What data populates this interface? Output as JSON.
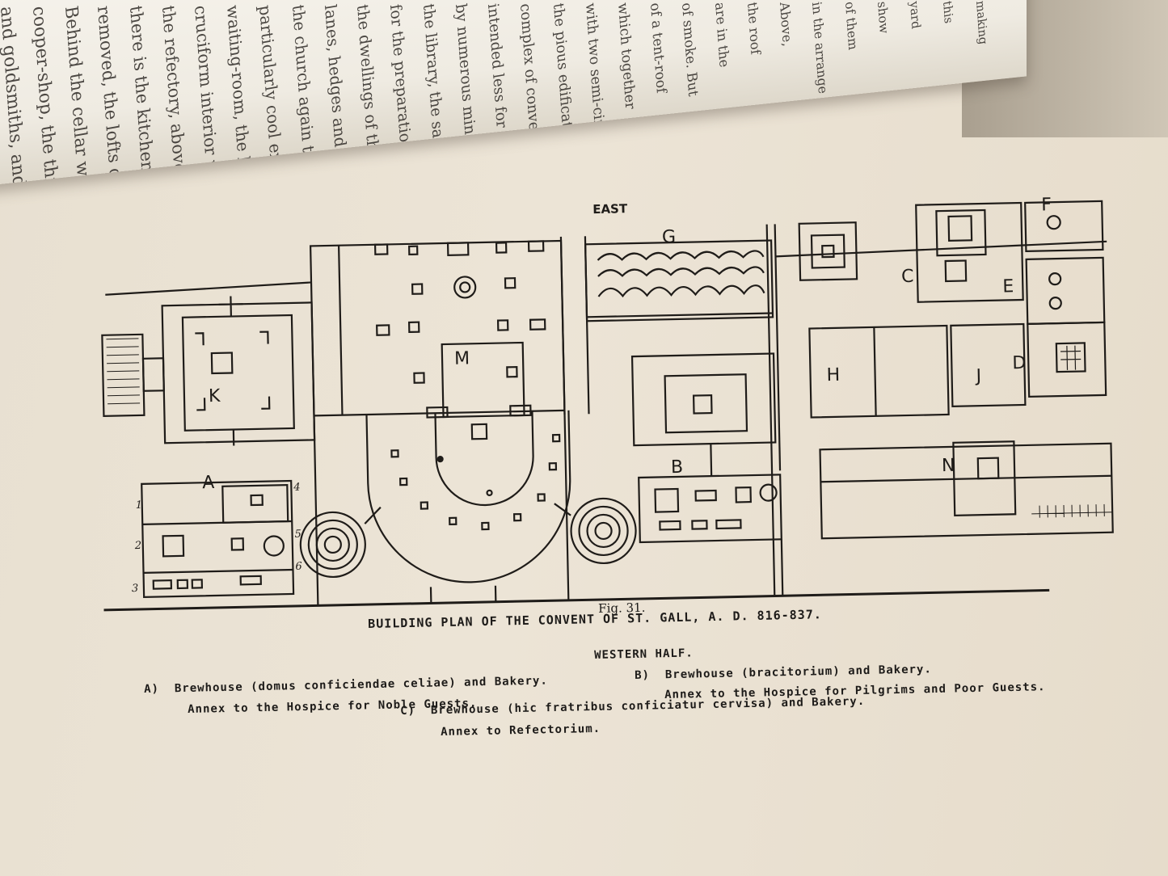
{
  "top_page_lines": [
    "and goldsmiths, and even the",
    "cooper-shop, the threshing",
    "Behind the cellar was the",
    "removed, the lofts of the craftsmen",
    "there is the kitchen and the wash-",
    "the refectory, above that the dormitory",
    "cruciform interior wall",
    "waiting-room, the living-room",
    "particularly cool exposure",
    "the church again these are",
    "lanes, hedges and walls",
    "the dwellings of the principal",
    "for the preparation of the host",
    "the library, the sacristy",
    "by numerous minor buildings",
    "intended less for the devotion",
    "complex of convent",
    "the pious edification of",
    "with two semi-circular",
    "which together",
    "of a tent-roof",
    "of smoke. But",
    "are in the",
    "the roof",
    "Above,",
    "in the arrange",
    "of them",
    "show",
    "yard",
    "this",
    "making"
  ],
  "plan": {
    "orientation_label": "EAST",
    "letters": [
      "A",
      "B",
      "C",
      "D",
      "E",
      "F",
      "G",
      "H",
      "J",
      "K",
      "M",
      "N"
    ],
    "numbers": [
      "1",
      "2",
      "3",
      "4",
      "5",
      "6"
    ]
  },
  "figure_number": "Fig. 31.",
  "title": "BUILDING PLAN OF THE CONVENT OF ST. GALL, A. D. 816-837.",
  "subtitle": "WESTERN HALF.",
  "legend": {
    "a_key": "A)",
    "a_line1": "Brewhouse (domus conficiendae celiae) and Bakery.",
    "a_line2": "Annex to the Hospice for Noble Guests.",
    "b_key": "B)",
    "b_line1": "Brewhouse (bracitorium) and Bakery.",
    "b_line2": "Annex to the Hospice for Pilgrims and Poor Guests.",
    "c_key": "C)",
    "c_line1": "Brewhouse (hic fratribus conficiatur cervisa) and Bakery.",
    "c_line2": "Annex to Refectorium."
  }
}
